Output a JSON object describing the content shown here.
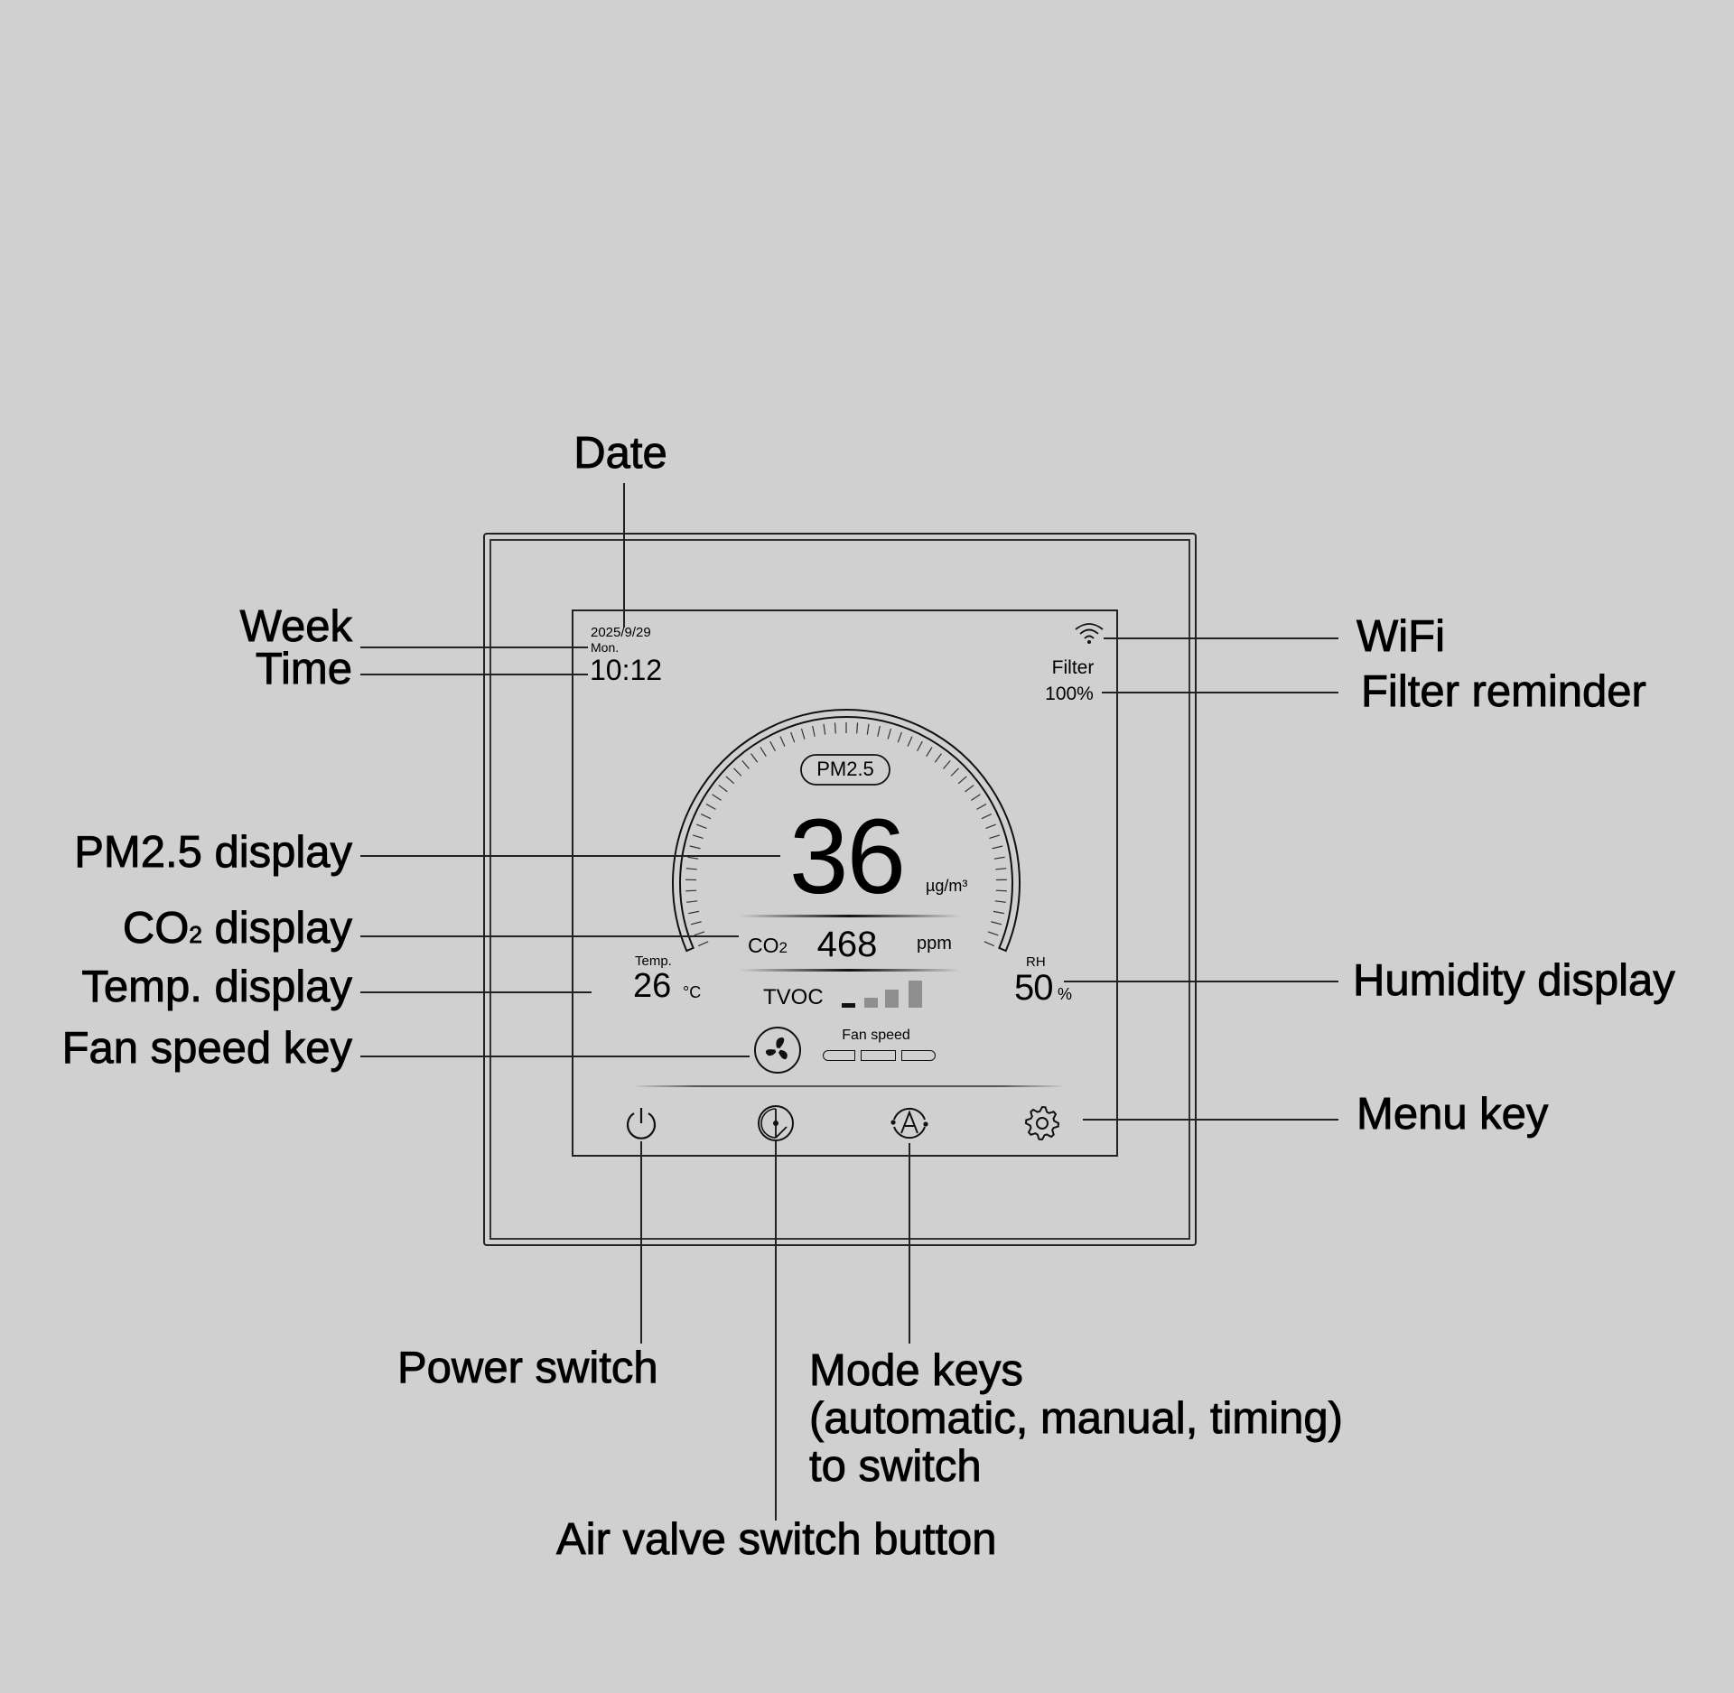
{
  "labels": {
    "date": "Date",
    "week": "Week",
    "time": "Time",
    "pm25_display": "PM2.5 display",
    "co2_display_main": "CO",
    "co2_display_sub": "2",
    "co2_display_rest": "display",
    "temp_display": "Temp. display",
    "fan_speed_key": "Fan speed key",
    "wifi": "WiFi",
    "filter_reminder": "Filter reminder",
    "humidity_display": "Humidity display",
    "menu_key": "Menu key",
    "power_switch": "Power switch",
    "mode_keys": [
      "Mode keys",
      "(automatic, manual, timing)",
      "to switch"
    ],
    "air_valve": "Air valve switch button"
  },
  "screen": {
    "date": "2025/9/29",
    "week": "Mon.",
    "time": "10:12",
    "filter_label": "Filter",
    "filter_value": "100%",
    "pm25_badge": "PM2.5",
    "pm25_value": "36",
    "pm25_unit": "µg/m³",
    "co2_label": "CO",
    "co2_sub": "2",
    "co2_value": "468",
    "co2_unit": "ppm",
    "temp_label": "Temp.",
    "temp_value": "26",
    "temp_unit": "°C",
    "rh_label": "RH",
    "rh_value": "50",
    "rh_unit": "%",
    "tvoc_label": "TVOC",
    "tvoc_level": 1,
    "fan_speed_label": "Fan speed",
    "fan_speed_level": 0,
    "icons": [
      "wifi-icon",
      "fan-icon",
      "power-icon",
      "air-valve-icon",
      "auto-mode-icon",
      "gear-icon"
    ]
  },
  "colors": {
    "background": "#d0d0d0",
    "line": "#222222",
    "bar_inactive": "#8f8f8f"
  }
}
